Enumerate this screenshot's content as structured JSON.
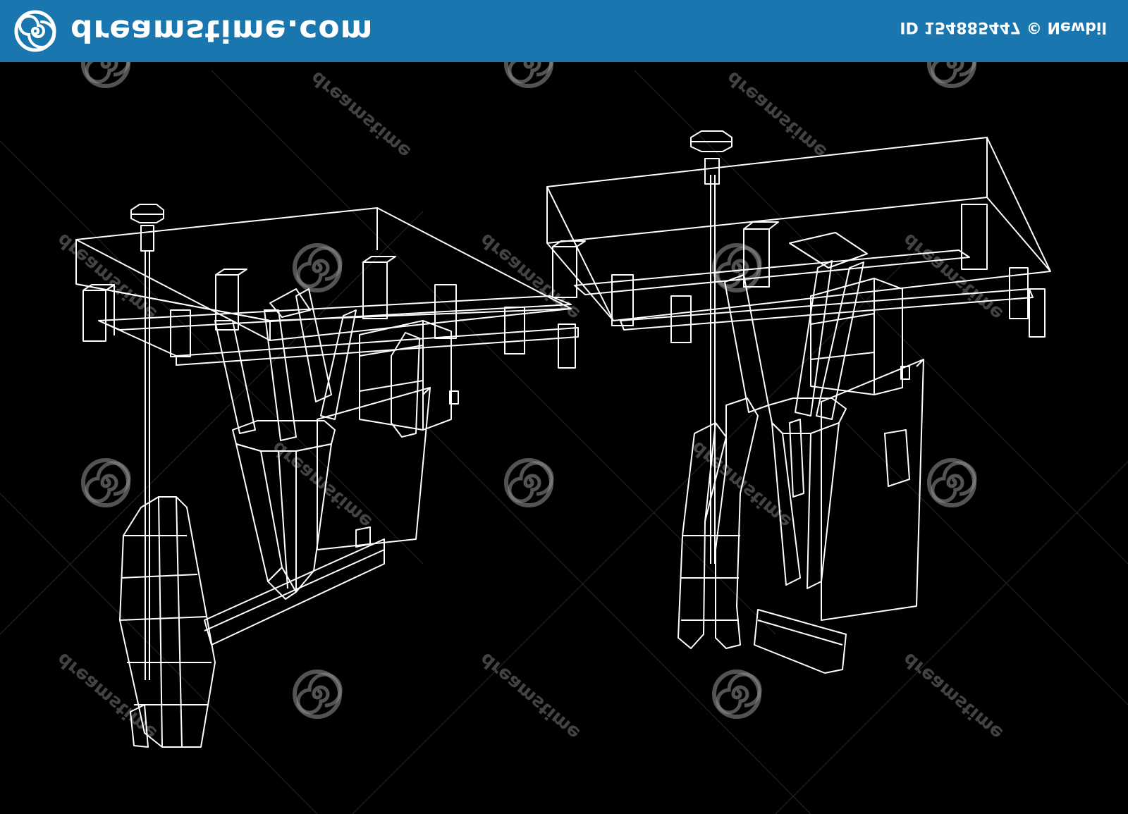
{
  "banner": {
    "brand_text": "dreamstime.com",
    "credit_text": "ID 154885447 © Newbil",
    "background": "#1a76ae",
    "logo_icon": "spiral-icon"
  },
  "image": {
    "subject": "inverted wireframe drawing of two rail-mounted trolley / hanger mechanisms",
    "stroke_color": "#ffffff",
    "background": "#000000"
  },
  "watermark": {
    "icon": "spiral-icon",
    "text": "dreamstime"
  }
}
